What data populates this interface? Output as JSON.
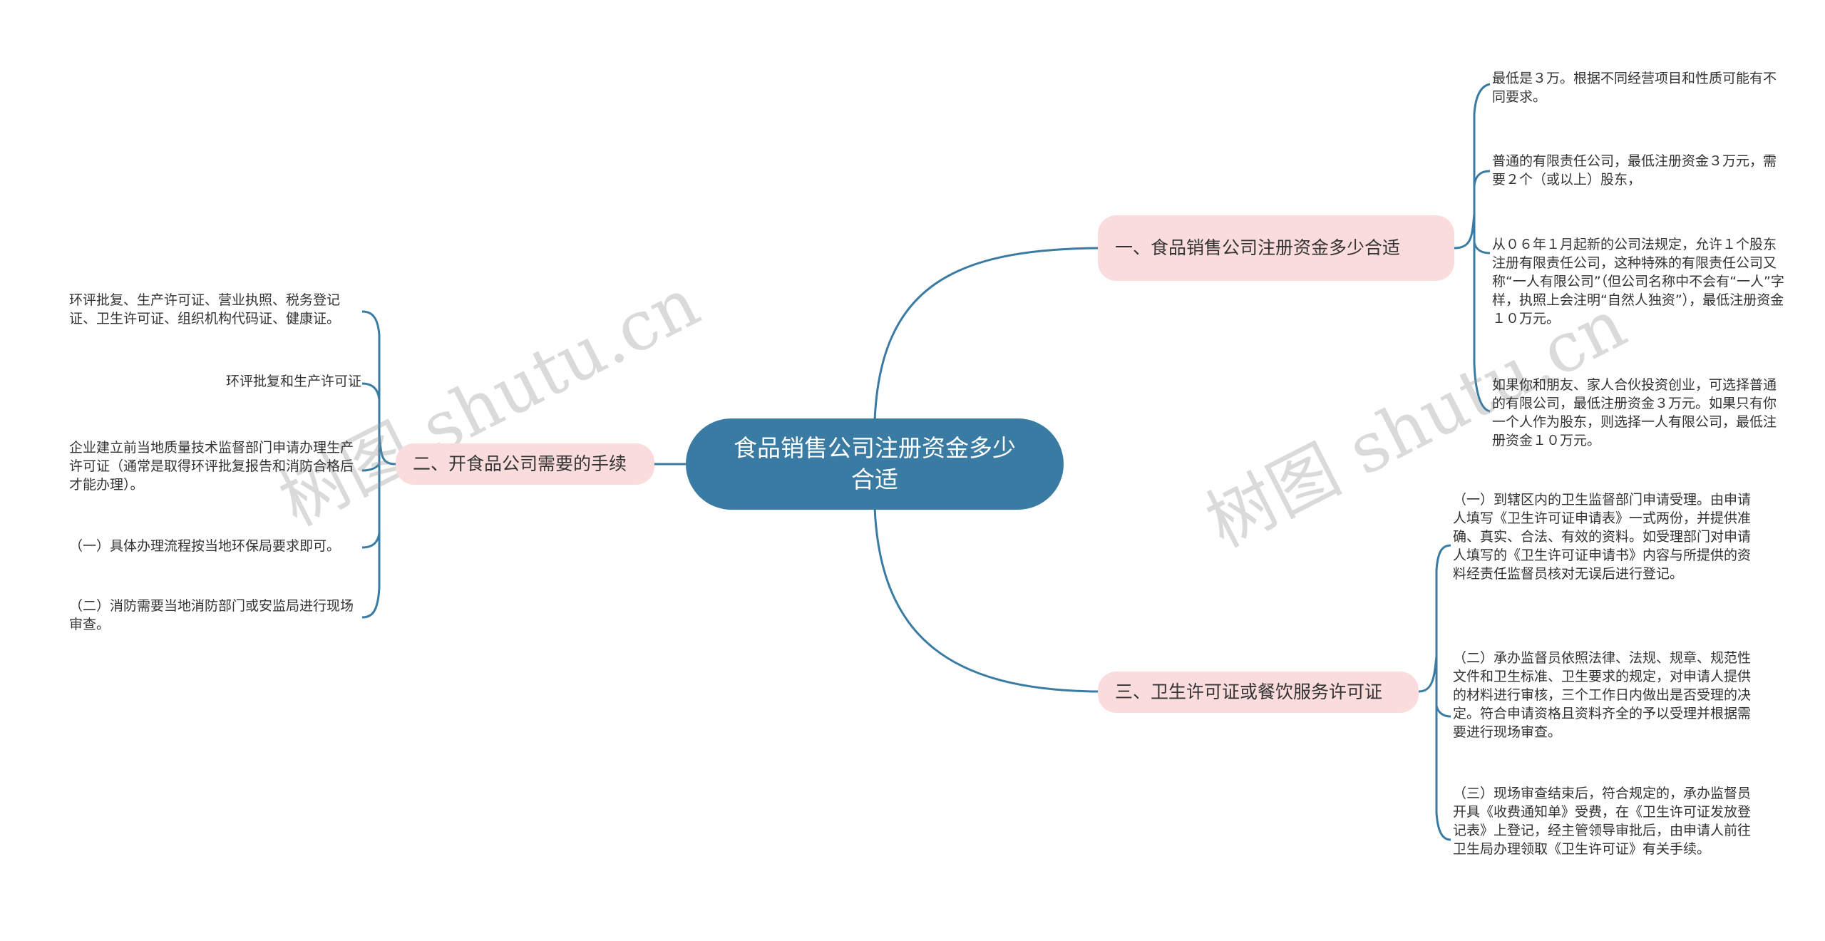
{
  "root": {
    "title": "食品销售公司注册资金多少合适"
  },
  "branches": [
    {
      "title": "一、食品销售公司注册资金多少合适",
      "leaves": [
        "最低是３万。根据不同经营项目和性质可能有不同要求。",
        "普通的有限责任公司，最低注册资金３万元，需要２个（或以上）股东，",
        "从０６年１月起新的公司法规定，允许１个股东注册有限责任公司，这种特殊的有限责任公司又称“一人有限公司”（但公司名称中不会有“一人”字样，执照上会注明“自然人独资”），最低注册资金１０万元。",
        "如果你和朋友、家人合伙投资创业，可选择普通的有限公司，最低注册资金３万元。如果只有你一个人作为股东，则选择一人有限公司，最低注册资金１０万元。"
      ]
    },
    {
      "title": "二、开食品公司需要的手续",
      "leaves": [
        "环评批复、生产许可证、营业执照、税务登记证、卫生许可证、组织机构代码证、健康证。",
        "环评批复和生产许可证",
        "企业建立前当地质量技术监督部门申请办理生产许可证（通常是取得环评批复报告和消防合格后才能办理）。",
        "（一）具体办理流程按当地环保局要求即可。",
        "（二）消防需要当地消防部门或安监局进行现场审查。"
      ]
    },
    {
      "title": "三、卫生许可证或餐饮服务许可证",
      "leaves": [
        "（一）到辖区内的卫生监督部门申请受理。由申请人填写《卫生许可证申请表》一式两份，并提供准确、真实、合法、有效的资料。如受理部门对申请人填写的《卫生许可证申请书》内容与所提供的资料经责任监督员核对无误后进行登记。",
        "（二）承办监督员依照法律、法规、规章、规范性文件和卫生标准、卫生要求的规定，对申请人提供的材料进行审核，三个工作日内做出是否受理的决定。符合申请资格且资料齐全的予以受理并根据需要进行现场审查。",
        "（三）现场审查结束后，符合规定的，承办监督员开具《收费通知单》受费，在《卫生许可证发放登记表》上登记，经主管领导审批后，由申请人前往卫生局办理领取《卫生许可证》有关手续。"
      ]
    }
  ],
  "watermarks": [
    "树图 shutu.cn",
    "树图 shutu.cn"
  ],
  "colors": {
    "root": "#3a7ba3",
    "branch": "#fadcdc",
    "line": "#3a7ba3",
    "text": "#333333"
  }
}
